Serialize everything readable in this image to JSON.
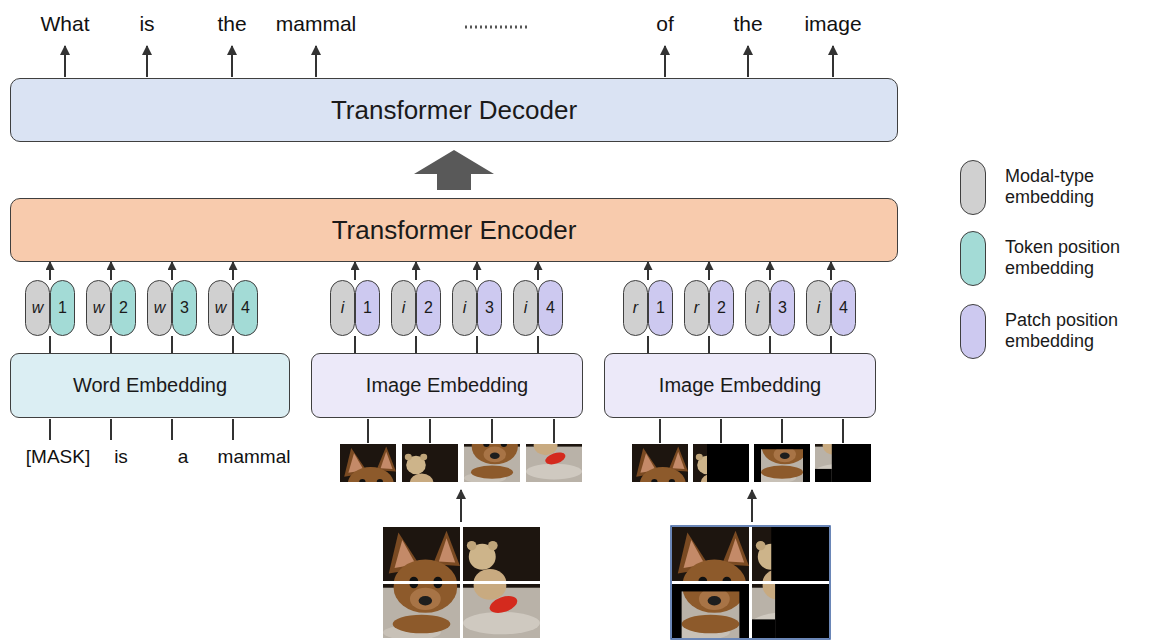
{
  "diagram": {
    "nodes": [
      {
        "text": [
          "Transformer Decoder"
        ]
      },
      {
        "text": [
          "Transformer Encoder"
        ]
      },
      {
        "text": [
          "w"
        ]
      },
      {
        "text": [
          "1"
        ]
      },
      {
        "text": [
          "w"
        ]
      },
      {
        "text": [
          "2"
        ]
      },
      {
        "text": [
          "w"
        ]
      },
      {
        "text": [
          "3"
        ]
      },
      {
        "text": [
          "w"
        ]
      },
      {
        "text": [
          "4"
        ]
      },
      {
        "text": [
          "i"
        ]
      },
      {
        "text": [
          "1"
        ]
      },
      {
        "text": [
          "i"
        ]
      },
      {
        "text": [
          "2"
        ]
      },
      {
        "text": [
          "i"
        ]
      },
      {
        "text": [
          "3"
        ]
      },
      {
        "text": [
          "i"
        ]
      },
      {
        "text": [
          "4"
        ]
      },
      {
        "text": [
          "r"
        ]
      },
      {
        "text": [
          "1"
        ]
      },
      {
        "text": [
          "r"
        ]
      },
      {
        "text": [
          "2"
        ]
      },
      {
        "text": [
          "i"
        ]
      },
      {
        "text": [
          "3"
        ]
      },
      {
        "text": [
          "i"
        ]
      },
      {
        "text": [
          "4"
        ]
      },
      {
        "text": [
          "Word Embedding"
        ]
      },
      {
        "text": [
          "Image Embedding"
        ]
      },
      {
        "text": [
          "Image Embedding"
        ]
      }
    ],
    "edges": [
      {
        "from": 1,
        "to": 0,
        "arrow": "to"
      },
      {
        "from": 3,
        "to": 1,
        "arrow": "to"
      },
      {
        "from": 5,
        "to": 1,
        "arrow": "to"
      },
      {
        "from": 7,
        "to": 1,
        "arrow": "to"
      },
      {
        "from": 9,
        "to": 1,
        "arrow": "to"
      },
      {
        "from": 11,
        "to": 1,
        "arrow": "to"
      },
      {
        "from": 13,
        "to": 1,
        "arrow": "to"
      },
      {
        "from": 15,
        "to": 1,
        "arrow": "to"
      },
      {
        "from": 17,
        "to": 1,
        "arrow": "to"
      },
      {
        "from": 19,
        "to": 1,
        "arrow": "to"
      },
      {
        "from": 21,
        "to": 1,
        "arrow": "to"
      },
      {
        "from": 23,
        "to": 1,
        "arrow": "to"
      },
      {
        "from": 25,
        "to": 1,
        "arrow": "to"
      },
      {
        "from": 26,
        "to": 3,
        "arrow": "none"
      },
      {
        "from": 26,
        "to": 5,
        "arrow": "none"
      },
      {
        "from": 26,
        "to": 7,
        "arrow": "none"
      },
      {
        "from": 26,
        "to": 9,
        "arrow": "none"
      },
      {
        "from": 27,
        "to": 11,
        "arrow": "none"
      },
      {
        "from": 27,
        "to": 13,
        "arrow": "none"
      },
      {
        "from": 27,
        "to": 15,
        "arrow": "none"
      },
      {
        "from": 27,
        "to": 17,
        "arrow": "none"
      },
      {
        "from": 28,
        "to": 19,
        "arrow": "none"
      },
      {
        "from": 28,
        "to": 21,
        "arrow": "none"
      },
      {
        "from": 28,
        "to": 23,
        "arrow": "none"
      },
      {
        "from": 28,
        "to": 25,
        "arrow": "none"
      }
    ],
    "labels": [
      "What",
      "is",
      "the",
      "mammal",
      "of",
      "the",
      "image",
      "[MASK]",
      "is",
      "a",
      "mammal"
    ],
    "legend": [
      {
        "text": "Modal-type embedding",
        "color": "#d0d0d0"
      },
      {
        "text": "Token position embedding",
        "color": "#a3dbd6"
      },
      {
        "text": "Patch position embedding",
        "color": "#cdc9f0"
      }
    ]
  }
}
